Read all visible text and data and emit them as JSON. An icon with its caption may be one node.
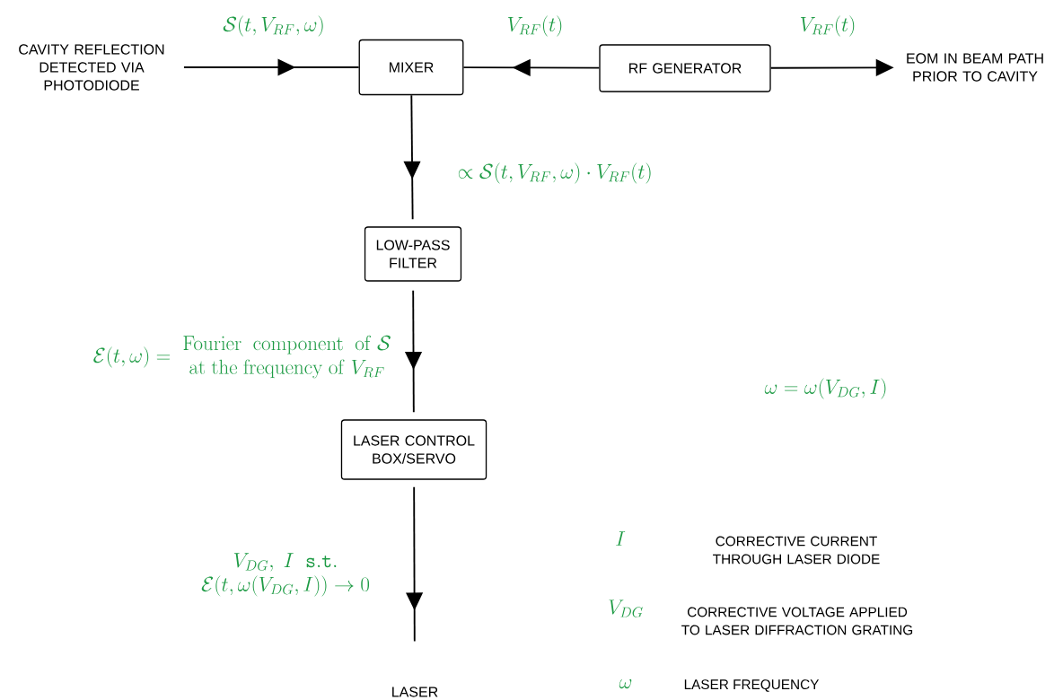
{
  "diagram": {
    "nodes": [
      {
        "text": [
          "CAVITY REFLECTION DETECTED VIA PHOTODIODE"
        ]
      },
      {
        "text": [
          "MIXER"
        ]
      },
      {
        "text": [
          "RF GENERATOR"
        ]
      },
      {
        "text": [
          "EOM IN BEAM PATH PRIOR TO CAVITY"
        ]
      },
      {
        "text": [
          "LOW-PASS FILTER"
        ]
      },
      {
        "text": [
          "LASER CONTROL BOX/SERVO"
        ]
      },
      {
        "text": [
          "LASER"
        ]
      }
    ],
    "edges": [
      {
        "from": 0,
        "to": 1,
        "arrow": "to",
        "label": "\\mathcal{S}(t, V_{RF}, \\omega)"
      },
      {
        "from": 2,
        "to": 1,
        "arrow": "to",
        "label": "V_{RF}(t)"
      },
      {
        "from": 2,
        "to": 3,
        "arrow": "to",
        "label": "V_{RF}(t)"
      },
      {
        "from": 1,
        "to": 4,
        "arrow": "to",
        "label": "\\propto \\mathcal{S}(t, V_{RF}, \\omega) \\cdot V_{RF}(t)"
      },
      {
        "from": 4,
        "to": 5,
        "arrow": "to",
        "label": "\\mathcal{E}(t, \\omega) = \\begin{array}{c}\\mathrm{Fourier\\ \\ component\\ \\ of}\\ \\mathcal{S}\\\\ \\mathrm{at\\ the\\ frequency\\ of}\\ V_{RF}\\end{array}"
      },
      {
        "from": 5,
        "to": 6,
        "arrow": "to",
        "label": "\\begin{array}{c}V_{DG},\\ I\\ \\ \\mathtt{s.t.}\\\\ \\mathcal{E}(t, \\omega(V_{DG}, I)) \\to 0\\end{array}"
      }
    ],
    "labels": [
      "\\omega = \\omega(V_{DG}, I)",
      "I",
      "CORRECTIVE CURRENT THROUGH LASER DIODE",
      "V_{DG}",
      "CORRECTIVE VOLTAGE APPLIED TO LASER DIFFRACTION GRATING",
      "\\omega",
      "LASER FREQUENCY"
    ]
  }
}
